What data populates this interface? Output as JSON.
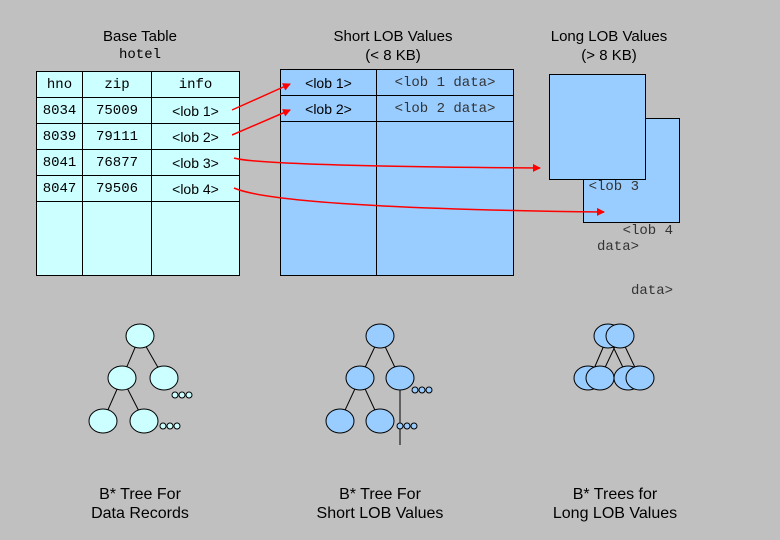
{
  "titles": {
    "base_table": "Base Table",
    "base_table_name": "hotel",
    "short_lob_line1": "Short LOB Values",
    "short_lob_line2": "(< 8 KB)",
    "long_lob_line1": "Long LOB Values",
    "long_lob_line2": "(> 8 KB)"
  },
  "base_table": {
    "headers": [
      "hno",
      "zip",
      "info"
    ],
    "rows": [
      [
        "8034",
        "75009",
        "<lob 1>"
      ],
      [
        "8039",
        "79111",
        "<lob 2>"
      ],
      [
        "8041",
        "76877",
        "<lob 3>"
      ],
      [
        "8047",
        "79506",
        "<lob 4>"
      ]
    ]
  },
  "short_lob_table": {
    "rows": [
      [
        "<lob 1>",
        "<lob 1 data>"
      ],
      [
        "<lob 2>",
        "<lob 2 data>"
      ]
    ]
  },
  "long_lob_pages": {
    "page1_line1": "<lob 3",
    "page1_line2": "data>",
    "page2_line1": "<lob 4",
    "page2_line2": "data>"
  },
  "captions": {
    "tree1_line1": "B* Tree For",
    "tree1_line2": "Data Records",
    "tree2_line1": "B* Tree For",
    "tree2_line2": "Short LOB Values",
    "tree3_line1": "B* Trees for",
    "tree3_line2": "Long LOB Values"
  },
  "colors": {
    "background": "#c0c0c0",
    "base_table_fill": "#ccffff",
    "lob_fill": "#99ccff",
    "arrow": "#ff0000"
  }
}
